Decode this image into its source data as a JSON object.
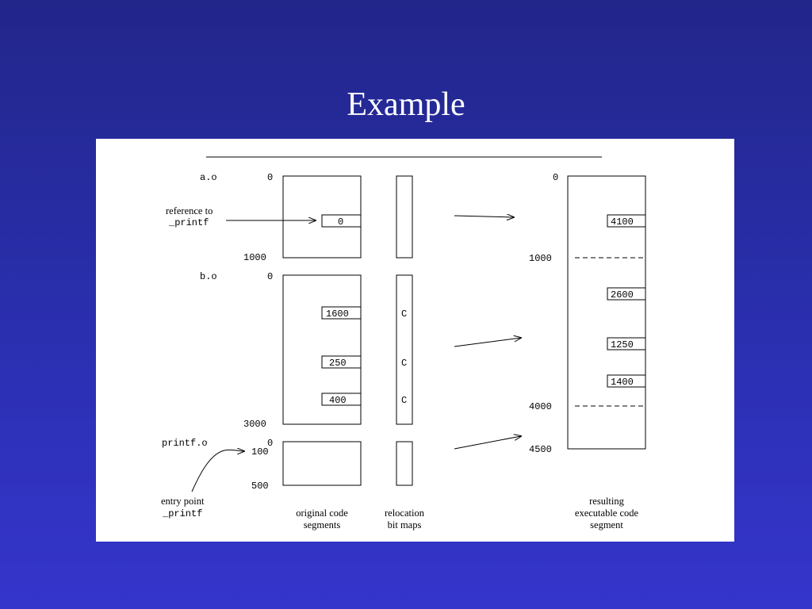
{
  "slide": {
    "title": "Example"
  },
  "diagram": {
    "modules": {
      "a": {
        "name": "a.o",
        "start": "0",
        "end": "1000"
      },
      "b": {
        "name": "b.o",
        "start": "0",
        "end": "3000"
      },
      "printf": {
        "name": "printf.o",
        "start": "0",
        "entry": "100",
        "end": "500"
      }
    },
    "a_values": [
      "0"
    ],
    "b_values": [
      "1600",
      "250",
      "400"
    ],
    "reloc_flags": [
      "C",
      "C",
      "C"
    ],
    "result": {
      "start": "0",
      "boundary_1": "1000",
      "boundary_2": "4000",
      "end": "4500",
      "values": [
        "4100",
        "2600",
        "1250",
        "1400"
      ]
    },
    "annotations": {
      "reference_line1": "reference to",
      "reference_line2": "_printf",
      "entry_line1": "entry point",
      "entry_line2": "_printf"
    },
    "captions": {
      "original_line1": "original code",
      "original_line2": "segments",
      "reloc_line1": "relocation",
      "reloc_line2": "bit maps",
      "result_line1": "resulting",
      "result_line2": "executable code",
      "result_line3": "segment"
    }
  }
}
